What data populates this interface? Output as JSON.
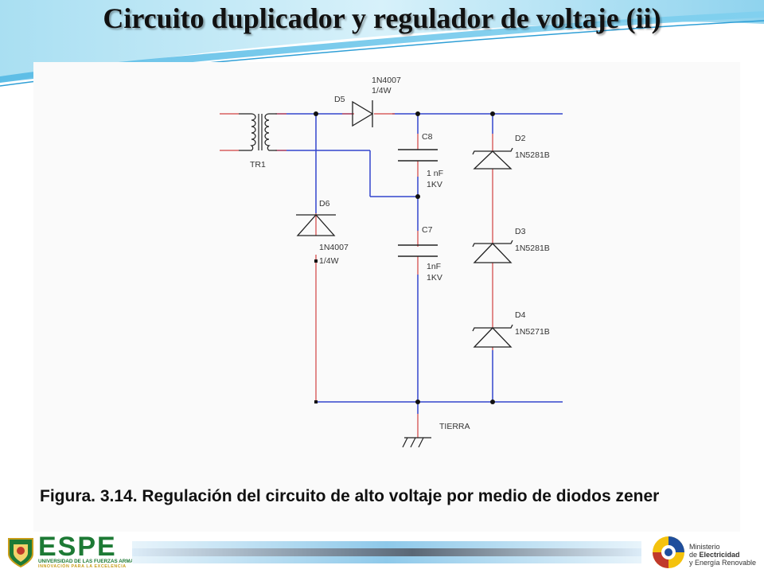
{
  "slide": {
    "title": "Circuito duplicador y regulador de voltaje (ii)",
    "caption": "Figura. 3.14. Regulación del circuito de alto voltaje por medio de diodos zener"
  },
  "schematic": {
    "transformer": {
      "ref": "TR1"
    },
    "d5": {
      "ref": "D5",
      "part": "1N4007",
      "rating": "1/4W"
    },
    "d6": {
      "ref": "D6",
      "part": "1N4007",
      "rating": "1/4W"
    },
    "c8": {
      "ref": "C8",
      "value": "1 nF",
      "voltage": "1KV"
    },
    "c7": {
      "ref": "C7",
      "value": "1nF",
      "voltage": "1KV"
    },
    "d2": {
      "ref": "D2",
      "part": "1N5281B"
    },
    "d3": {
      "ref": "D3",
      "part": "1N5281B"
    },
    "d4": {
      "ref": "D4",
      "part": "1N5271B"
    },
    "ground": {
      "label": "TIERRA"
    },
    "colors": {
      "wire": "#3344cc",
      "pin": "#d04040",
      "component": "#222222"
    }
  },
  "footer": {
    "espe": {
      "name": "ESPE",
      "line1": "UNIVERSIDAD DE LAS FUERZAS ARMADAS",
      "line2": "INNOVACIÓN PARA LA EXCELENCIA"
    },
    "ministry": {
      "line1": "Ministerio",
      "line2_prefix": "de ",
      "line2_bold": "Electricidad",
      "line3": "y Energía Renovable"
    }
  }
}
